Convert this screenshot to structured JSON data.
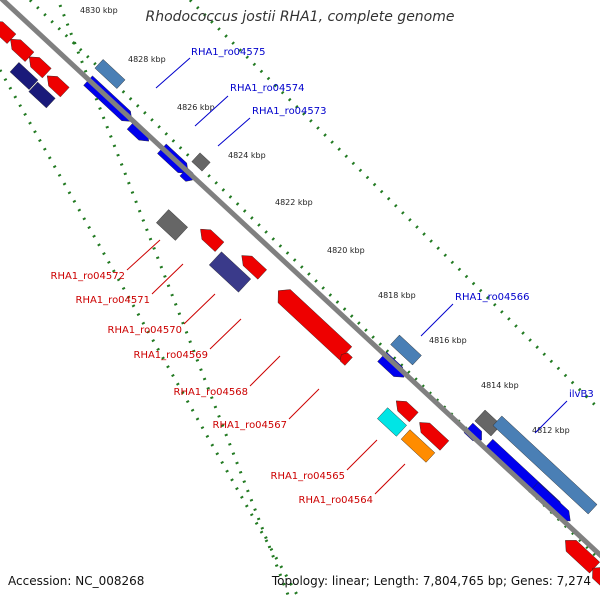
{
  "title": "Rhodococcus jostii RHA1, complete genome",
  "footer": {
    "accession": "Accession: NC_008268",
    "summary": "Topology: linear; Length: 7,804,765 bp; Genes: 7,274"
  },
  "colors": {
    "backbone": "#808080",
    "tick": "#227a22",
    "forward_label": "#0000cc",
    "reverse_label": "#cc0000",
    "forward_gene": "#0000ee",
    "reverse_gene": "#ee0000",
    "gray_gene": "#666666",
    "steelblue_gene": "#4a7fb5",
    "navy_gene": "#1a1a7a",
    "slate_gene": "#3a3a8a",
    "cyan_gene": "#00e5e5",
    "orange_gene": "#ff8c00"
  },
  "ticks": [
    "4830 kbp",
    "4828 kbp",
    "4826 kbp",
    "4824 kbp",
    "4822 kbp",
    "4820 kbp",
    "4818 kbp",
    "4816 kbp",
    "4814 kbp",
    "4812 kbp"
  ],
  "forward_labels": [
    "RHA1_ro04575",
    "RHA1_ro04574",
    "RHA1_ro04573",
    "RHA1_ro04566",
    "ilvB3"
  ],
  "reverse_labels": [
    "RHA1_ro04572",
    "RHA1_ro04571",
    "RHA1_ro04570",
    "RHA1_ro04569",
    "RHA1_ro04568",
    "RHA1_ro04567",
    "RHA1_ro04565",
    "RHA1_ro04564"
  ],
  "genes": [
    {
      "name": "gene-r1",
      "color": "reverse_gene"
    },
    {
      "name": "gene-r2",
      "color": "reverse_gene"
    },
    {
      "name": "gene-r3",
      "color": "reverse_gene"
    },
    {
      "name": "gene-r4",
      "color": "reverse_gene"
    },
    {
      "name": "gene-n1",
      "color": "navy_gene"
    },
    {
      "name": "gene-n2",
      "color": "navy_gene"
    },
    {
      "name": "gene-ro04575",
      "color": "steelblue_gene"
    },
    {
      "name": "gene-f1",
      "color": "forward_gene"
    },
    {
      "name": "gene-ro04574",
      "color": "forward_gene"
    },
    {
      "name": "gene-f2",
      "color": "forward_gene"
    },
    {
      "name": "gene-ro04573",
      "color": "gray_gene"
    },
    {
      "name": "gene-f3",
      "color": "forward_gene"
    },
    {
      "name": "gene-ro04572",
      "color": "gray_gene"
    },
    {
      "name": "gene-ro04571",
      "color": "reverse_gene"
    },
    {
      "name": "gene-ro04570",
      "color": "slate_gene"
    },
    {
      "name": "gene-ro04569",
      "color": "reverse_gene"
    },
    {
      "name": "gene-ro04568",
      "color": "reverse_gene"
    },
    {
      "name": "gene-ro04567",
      "color": "reverse_gene"
    },
    {
      "name": "gene-ro04566",
      "color": "steelblue_gene"
    },
    {
      "name": "gene-f4",
      "color": "forward_gene"
    },
    {
      "name": "gene-ro04565",
      "color": "cyan_gene"
    },
    {
      "name": "gene-r5",
      "color": "reverse_gene"
    },
    {
      "name": "gene-r6",
      "color": "reverse_gene"
    },
    {
      "name": "gene-ro04564",
      "color": "orange_gene"
    },
    {
      "name": "gene-g1",
      "color": "gray_gene"
    },
    {
      "name": "gene-ilvb3",
      "color": "steelblue_gene"
    },
    {
      "name": "gene-f5",
      "color": "forward_gene"
    },
    {
      "name": "gene-f6",
      "color": "forward_gene"
    },
    {
      "name": "gene-f7",
      "color": "forward_gene"
    },
    {
      "name": "gene-r7",
      "color": "reverse_gene"
    },
    {
      "name": "gene-r8",
      "color": "reverse_gene"
    }
  ]
}
